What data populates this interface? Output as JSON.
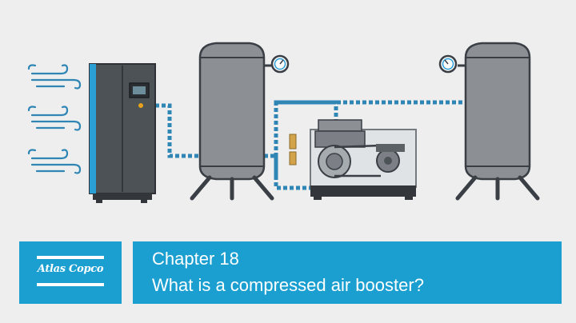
{
  "title": {
    "chapter": "Chapter 18",
    "question": "What is a compressed air booster?"
  },
  "logo": {
    "text": "Atlas Copco"
  },
  "colors": {
    "accent": "#1b9fd1",
    "background": "#eeeeee",
    "tank": "#8c8f93",
    "outline": "#3a3f45",
    "pipe": "#2f86b5"
  },
  "icons": [
    "wind-icon",
    "pressure-gauge-icon",
    "screw-compressor",
    "air-receiver-tank",
    "booster-unit"
  ]
}
